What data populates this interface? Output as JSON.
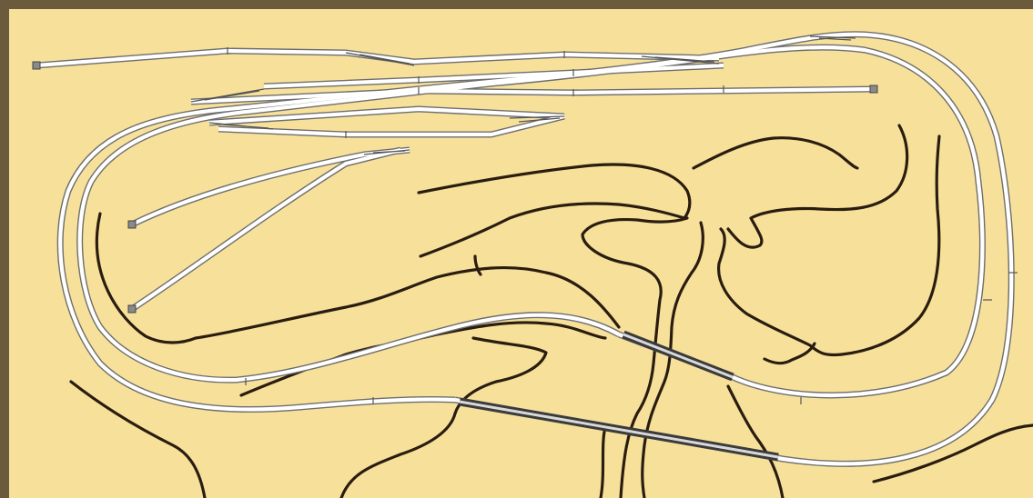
{
  "diagram": {
    "type": "model railroad track plan",
    "colors": {
      "background": "#f7e19a",
      "frame": "#6b5a3c",
      "track_rail": "#6e6e6e",
      "track_bed": "#ffffff",
      "terrain_contour": "#2a1d10",
      "bridge": "#3b3b3b"
    },
    "elements": [
      "outer-loop-track",
      "inner-loop-track",
      "staging-yard",
      "spur-tracks",
      "terrain-contours",
      "bridge-upper",
      "bridge-lower"
    ]
  }
}
